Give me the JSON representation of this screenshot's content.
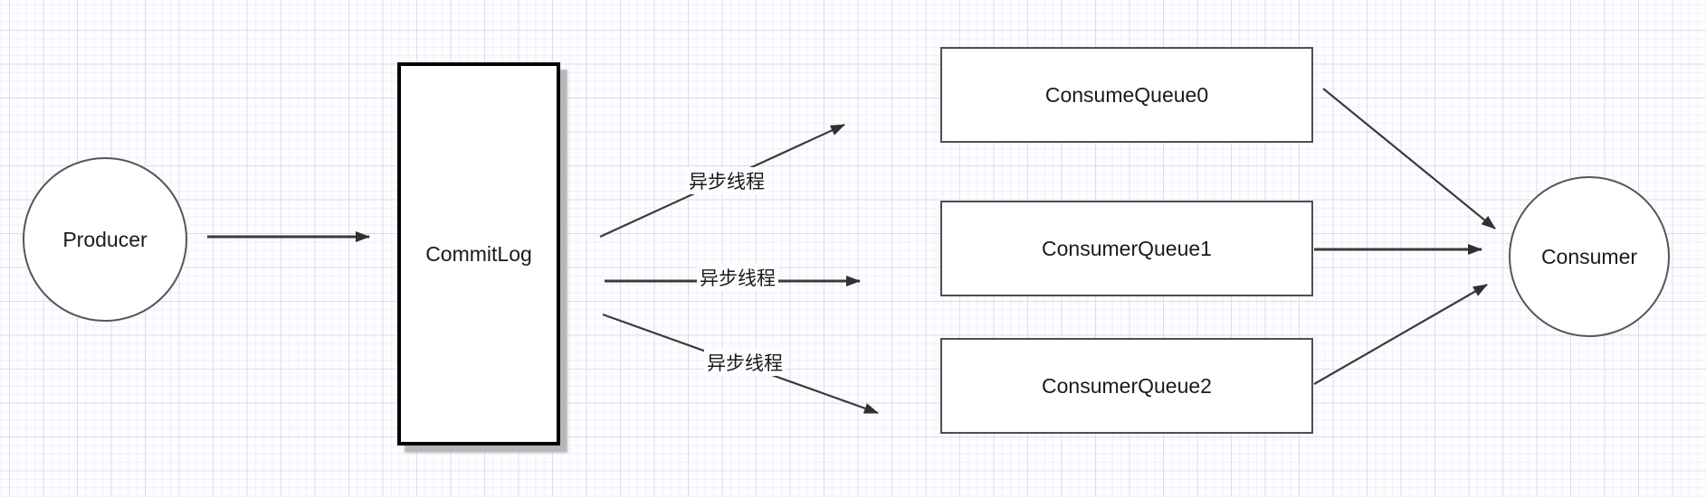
{
  "diagram": {
    "type": "flowchart",
    "description": "Message queue dispatch diagram on a draw.io style grid canvas",
    "nodes": {
      "producer": {
        "label": "Producer",
        "shape": "circle"
      },
      "commitlog": {
        "label": "CommitLog",
        "shape": "rectangle"
      },
      "consume_queue_0": {
        "label": "ConsumeQueue0",
        "shape": "rectangle"
      },
      "consumer_queue_1": {
        "label": "ConsumerQueue1",
        "shape": "rectangle"
      },
      "consumer_queue_2": {
        "label": "ConsumerQueue2",
        "shape": "rectangle"
      },
      "consumer": {
        "label": "Consumer",
        "shape": "circle"
      }
    },
    "edges": [
      {
        "from": "Producer",
        "to": "CommitLog",
        "label": ""
      },
      {
        "from": "CommitLog",
        "to": "ConsumeQueue0",
        "label": "异步线程"
      },
      {
        "from": "CommitLog",
        "to": "ConsumerQueue1",
        "label": "异步线程"
      },
      {
        "from": "CommitLog",
        "to": "ConsumerQueue2",
        "label": "异步线程"
      },
      {
        "from": "ConsumeQueue0",
        "to": "Consumer",
        "label": ""
      },
      {
        "from": "ConsumerQueue1",
        "to": "Consumer",
        "label": ""
      },
      {
        "from": "ConsumerQueue2",
        "to": "Consumer",
        "label": ""
      }
    ],
    "colors": {
      "canvas_background": "#fdfdff",
      "grid_minor": "#efeff9",
      "grid_major": "#dcdbf0",
      "edge_stroke": "#3b3b3b",
      "shape_border": "#4f4f4f",
      "commitlog_border": "#000000",
      "commitlog_shadow": "#b6b6b6",
      "text": "#1a1a1a"
    }
  }
}
